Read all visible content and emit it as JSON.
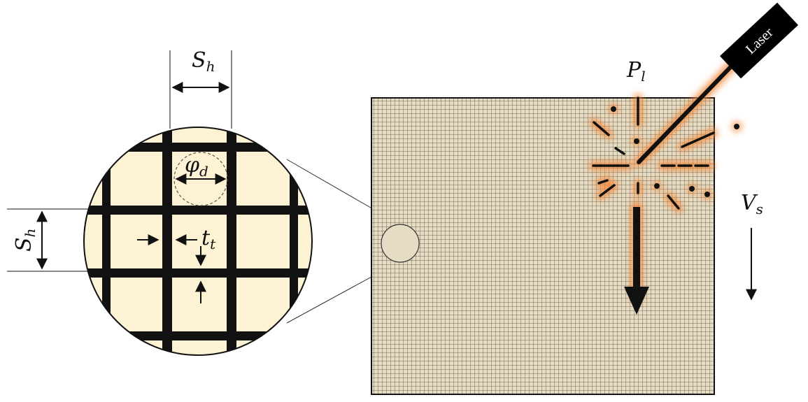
{
  "labels": {
    "spacing_main": "S",
    "spacing_sub": "h",
    "diameter_main": "φ",
    "diameter_sub": "d",
    "thickness_main": "t",
    "thickness_sub": "t",
    "power_main": "P",
    "power_sub": "l",
    "velocity_main": "V",
    "velocity_sub": "s",
    "laser": "Laser"
  },
  "colors": {
    "mesh_fill": "#fdf2d4",
    "mesh_bar": "#111111",
    "plate_fill": "#e6dcc4",
    "plate_line": "#6f6552",
    "glow": "#f28a3c",
    "laser_body": "#000000"
  },
  "icons": {
    "laser_device": "laser-device-icon",
    "spark": "spark-burst-icon"
  }
}
